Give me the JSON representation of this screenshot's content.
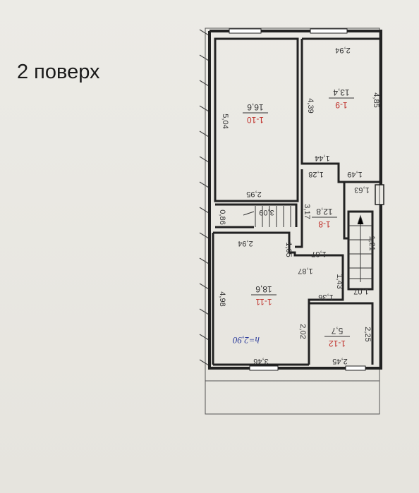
{
  "caption": "2 поверх",
  "rooms": [
    {
      "id": "room-10",
      "number": "1-10",
      "area": "16,6"
    },
    {
      "id": "room-9",
      "number": "1-9",
      "area": "13,4"
    },
    {
      "id": "room-8",
      "number": "1-8",
      "area": "12,8"
    },
    {
      "id": "room-11",
      "number": "1-11",
      "area": "18,6"
    },
    {
      "id": "room-12",
      "number": "1-12",
      "area": "5,7"
    }
  ],
  "dimensions": {
    "d294_top": "2,94",
    "d504": "5,04",
    "d439": "4,39",
    "d485": "4,85",
    "d144": "1,44",
    "d128": "1,28",
    "d149": "1,49",
    "d295": "2,95",
    "d163": "1,63",
    "d309": "3,09",
    "d086": "0,86",
    "d317": "3,17",
    "d294_mid": "2,94",
    "d105": "1,05",
    "d187a": "1,87",
    "d187b": "1,87",
    "d121": "1,21",
    "d143": "1,43",
    "d136": "1,36",
    "d107": "1,07",
    "d498": "4,98",
    "d202": "2,02",
    "d225": "2,25",
    "d346": "3,46",
    "d245": "2,45"
  },
  "ceiling_height": "h=2,90"
}
